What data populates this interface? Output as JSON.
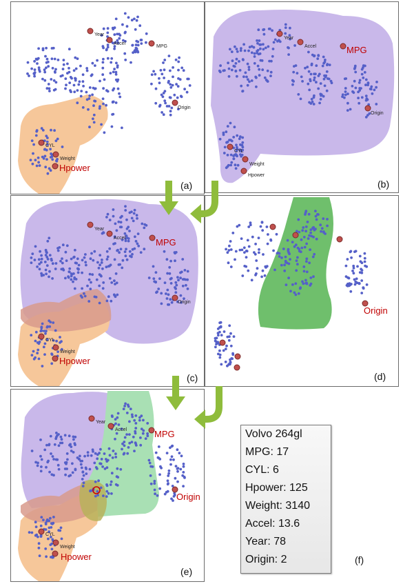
{
  "panels": {
    "a": {
      "label": "(a)",
      "attrs": {
        "year": "Year",
        "accel": "Accel",
        "mpg": "MPG",
        "origin": "Origin",
        "cyl": "CYL",
        "weight": "Weight",
        "hpower": "Hpower"
      }
    },
    "b": {
      "label": "(b)",
      "attrs": {
        "year": "Year",
        "accel": "Accel",
        "mpg": "MPG",
        "origin": "Origin",
        "cyl": "CYL",
        "weight": "Weight",
        "hpower": "Hpower"
      }
    },
    "c": {
      "label": "(c)",
      "attrs": {
        "year": "Year",
        "accel": "Accel",
        "mpg": "MPG",
        "origin": "Origin",
        "cyl": "CYL",
        "weight": "Weight",
        "hpower": "Hpower"
      }
    },
    "d": {
      "label": "(d)",
      "attrs": {
        "origin": "Origin"
      }
    },
    "e": {
      "label": "(e)",
      "attrs": {
        "year": "Year",
        "accel": "Accel",
        "mpg": "MPG",
        "origin": "Origin",
        "cyl": "CYL",
        "weight": "Weight",
        "hpower": "Hpower"
      }
    }
  },
  "info_box": {
    "lines": [
      "Volvo 264gl",
      "MPG: 17",
      "CYL: 6",
      "Hpower: 125",
      "Weight: 3140",
      "Accel: 13.6",
      "Year: 78",
      "Origin: 2"
    ],
    "label": "(f)"
  },
  "colors": {
    "dot": "#5560c8",
    "purple": "#c9b8ea",
    "orange": "#f6c79a",
    "red": "#d89a8c",
    "green_dark": "#6fbf6c",
    "green_light": "#a9e0b4",
    "attr": "#c0504d",
    "arrow": "#8fbc3c",
    "highlight": "#d00000"
  }
}
